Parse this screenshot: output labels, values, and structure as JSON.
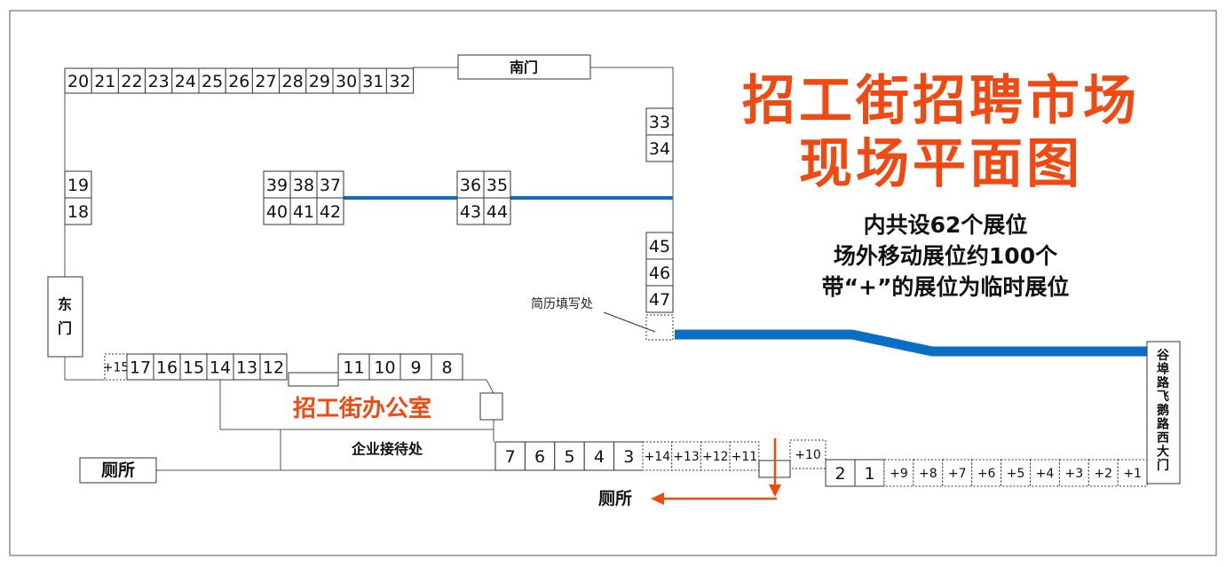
{
  "title_line1": "招工街招聘市场",
  "title_line2": "现场平面图",
  "info": [
    "内共设62个展位",
    "场外移动展位约100个",
    "带“+”的展位为临时展位"
  ],
  "labels": {
    "south_gate": "南门",
    "east_gate": "东门",
    "west_gate": "谷埠路飞鹅路西大门",
    "office": "招工街办公室",
    "reception": "企业接待处",
    "toilet_left": "厕所",
    "toilet_right": "厕所",
    "resume": "简历填写处"
  },
  "colors": {
    "accent": "#f04a12",
    "aisle": "#0a6fc4",
    "line": "#555555"
  },
  "booths": {
    "north": [
      "20",
      "21",
      "22",
      "23",
      "24",
      "25",
      "26",
      "27",
      "28",
      "29",
      "30",
      "31",
      "32"
    ],
    "west": [
      "19",
      "18"
    ],
    "northeast": [
      "33",
      "34"
    ],
    "island_left_top": [
      "39",
      "38",
      "37"
    ],
    "island_left_bottom": [
      "40",
      "41",
      "42"
    ],
    "island_right_top": [
      "36",
      "35"
    ],
    "island_right_bottom": [
      "43",
      "44"
    ],
    "east": [
      "45",
      "46",
      "47"
    ],
    "south_left": [
      "+15",
      "17",
      "16",
      "15",
      "14",
      "13",
      "12"
    ],
    "south_right": [
      "11",
      "10",
      "9",
      "8"
    ],
    "lower_row": [
      "7",
      "6",
      "5",
      "4",
      "3"
    ],
    "lower_temp": [
      "+14",
      "+13",
      "+12",
      "+11"
    ],
    "temp_10": [
      "+10"
    ],
    "gate_row": [
      "2",
      "1"
    ],
    "gate_temp": [
      "+9",
      "+8",
      "+7",
      "+6",
      "+5",
      "+4",
      "+3",
      "+2",
      "+1"
    ]
  }
}
